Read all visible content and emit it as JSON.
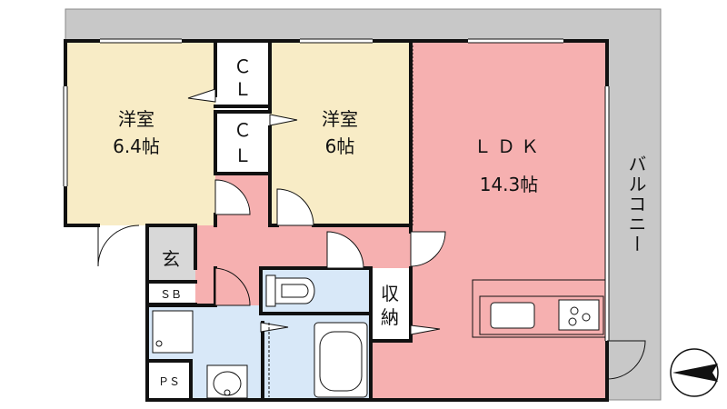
{
  "rooms": {
    "western1": {
      "name": "洋室",
      "size": "6.4帖"
    },
    "western2": {
      "name": "洋室",
      "size": "6帖"
    },
    "ldk": {
      "name": "ＬＤＫ",
      "size": "14.3帖"
    },
    "closet_a": {
      "line1": "Ｃ",
      "line2": "Ｌ"
    },
    "closet_b": {
      "line1": "Ｃ",
      "line2": "Ｌ"
    },
    "entrance": {
      "label": "玄"
    },
    "shoe_box": {
      "label": "ＳＢ"
    },
    "storage": {
      "line1": "収",
      "line2": "納"
    },
    "pipe_space": {
      "label": "ＰＳ"
    },
    "balcony": {
      "label": "バルコニー"
    }
  },
  "colors": {
    "western": "#f8ecc6",
    "ldk": "#f6b0b0",
    "corridor": "#f6b0b0",
    "wet_area": "#d8e8f8",
    "balcony": "#c8c8c8",
    "wall": "#111111"
  }
}
